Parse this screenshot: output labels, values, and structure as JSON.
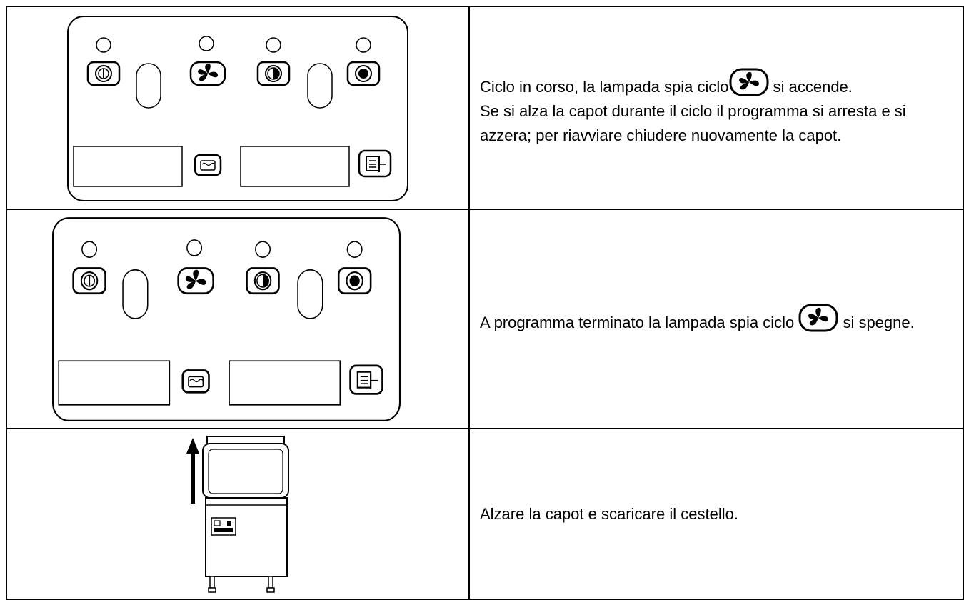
{
  "rows": [
    {
      "figure": "control-panel",
      "text_before_icon": "Ciclo in corso, la lampada spia ciclo",
      "icon": "fan-icon",
      "text_after_icon": " si accende.",
      "text_rest": "Se si alza la capot durante il ciclo il programma si arresta e si azzera; per riavviare chiudere nuovamente la capot."
    },
    {
      "figure": "control-panel",
      "text_before_icon": "A programma terminato la lampada spia ciclo ",
      "icon": "fan-icon",
      "text_after_icon": " si spegne."
    },
    {
      "figure": "dishwasher-hood-raised",
      "text": "Alzare la capot e scaricare il cestello."
    }
  ]
}
